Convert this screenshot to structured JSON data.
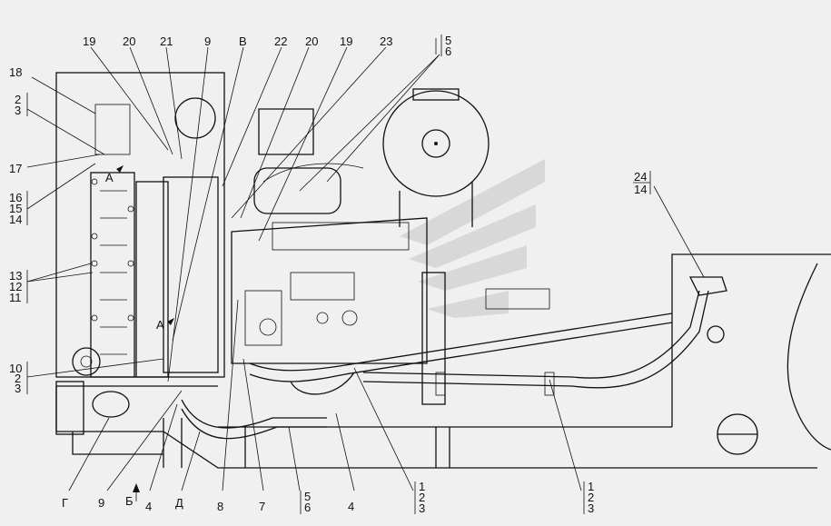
{
  "callouts_top": [
    "19",
    "20",
    "21",
    "9",
    "В",
    "22",
    "20",
    "19",
    "23"
  ],
  "callouts_left": [
    "18",
    "2",
    "3",
    "17",
    "16",
    "15",
    "14",
    "13",
    "12",
    "11",
    "10",
    "2",
    "3"
  ],
  "callouts_bottom": [
    "Г",
    "9",
    "Б",
    "4",
    "Д",
    "8",
    "7",
    "5",
    "6",
    "4",
    "1",
    "2",
    "3",
    "1",
    "2",
    "3"
  ],
  "callouts_right": [
    "5",
    "6",
    "24",
    "14"
  ],
  "view_marks": [
    "А",
    "А"
  ]
}
